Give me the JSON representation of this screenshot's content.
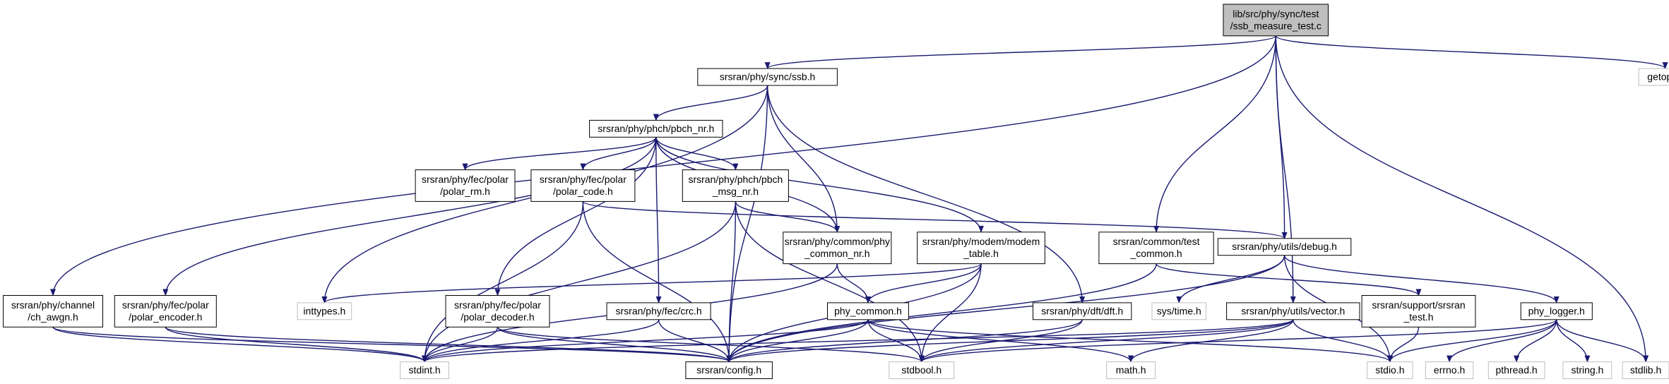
{
  "graph": {
    "colors": {
      "edge": "#191970",
      "node_border": "#000000",
      "external_border": "#bfbfbf",
      "root_fill": "#bfbfbf",
      "node_fill": "#ffffff"
    },
    "nodes": [
      {
        "id": "root",
        "lines": [
          "lib/src/phy/sync/test",
          "/ssb_measure_test.c"
        ],
        "kind": "root"
      },
      {
        "id": "ssb_h",
        "lines": [
          "srsran/phy/sync/ssb.h"
        ],
        "kind": "file"
      },
      {
        "id": "getopt_h",
        "lines": [
          "getopt.h"
        ],
        "kind": "external"
      },
      {
        "id": "pbch_nr_h",
        "lines": [
          "srsran/phy/phch/pbch_nr.h"
        ],
        "kind": "file"
      },
      {
        "id": "polar_rm_h",
        "lines": [
          "srsran/phy/fec/polar",
          "/polar_rm.h"
        ],
        "kind": "file"
      },
      {
        "id": "polar_code_h",
        "lines": [
          "srsran/phy/fec/polar",
          "/polar_code.h"
        ],
        "kind": "file"
      },
      {
        "id": "pbch_msg_nr_h",
        "lines": [
          "srsran/phy/phch/pbch",
          "_msg_nr.h"
        ],
        "kind": "file"
      },
      {
        "id": "common_nr_h",
        "lines": [
          "srsran/phy/common/phy",
          "_common_nr.h"
        ],
        "kind": "file"
      },
      {
        "id": "modem_table_h",
        "lines": [
          "srsran/phy/modem/modem",
          "_table.h"
        ],
        "kind": "file"
      },
      {
        "id": "test_common_h",
        "lines": [
          "srsran/common/test",
          "_common.h"
        ],
        "kind": "file"
      },
      {
        "id": "debug_h",
        "lines": [
          "srsran/phy/utils/debug.h"
        ],
        "kind": "file"
      },
      {
        "id": "ch_awgn_h",
        "lines": [
          "srsran/phy/channel",
          "/ch_awgn.h"
        ],
        "kind": "file"
      },
      {
        "id": "polar_encoder_h",
        "lines": [
          "srsran/phy/fec/polar",
          "/polar_encoder.h"
        ],
        "kind": "file"
      },
      {
        "id": "inttypes_h",
        "lines": [
          "inttypes.h"
        ],
        "kind": "external"
      },
      {
        "id": "polar_decoder_h",
        "lines": [
          "srsran/phy/fec/polar",
          "/polar_decoder.h"
        ],
        "kind": "file"
      },
      {
        "id": "crc_h",
        "lines": [
          "srsran/phy/fec/crc.h"
        ],
        "kind": "file"
      },
      {
        "id": "phy_common_h",
        "lines": [
          "phy_common.h"
        ],
        "kind": "file"
      },
      {
        "id": "dft_h",
        "lines": [
          "srsran/phy/dft/dft.h"
        ],
        "kind": "file"
      },
      {
        "id": "sys_time_h",
        "lines": [
          "sys/time.h"
        ],
        "kind": "external"
      },
      {
        "id": "vector_h",
        "lines": [
          "srsran/phy/utils/vector.h"
        ],
        "kind": "file"
      },
      {
        "id": "srsran_test_h",
        "lines": [
          "srsran/support/srsran",
          "_test.h"
        ],
        "kind": "file"
      },
      {
        "id": "phy_logger_h",
        "lines": [
          "phy_logger.h"
        ],
        "kind": "file"
      },
      {
        "id": "stdint_h",
        "lines": [
          "stdint.h"
        ],
        "kind": "external"
      },
      {
        "id": "config_h",
        "lines": [
          "srsran/config.h"
        ],
        "kind": "file"
      },
      {
        "id": "stdbool_h",
        "lines": [
          "stdbool.h"
        ],
        "kind": "external"
      },
      {
        "id": "math_h",
        "lines": [
          "math.h"
        ],
        "kind": "external"
      },
      {
        "id": "stdio_h",
        "lines": [
          "stdio.h"
        ],
        "kind": "external"
      },
      {
        "id": "errno_h",
        "lines": [
          "errno.h"
        ],
        "kind": "external"
      },
      {
        "id": "pthread_h",
        "lines": [
          "pthread.h"
        ],
        "kind": "external"
      },
      {
        "id": "string_h",
        "lines": [
          "string.h"
        ],
        "kind": "external"
      },
      {
        "id": "stdlib_h",
        "lines": [
          "stdlib.h"
        ],
        "kind": "external"
      }
    ],
    "edges": [
      [
        "root",
        "ssb_h"
      ],
      [
        "root",
        "getopt_h"
      ],
      [
        "root",
        "ch_awgn_h"
      ],
      [
        "root",
        "test_common_h"
      ],
      [
        "root",
        "debug_h"
      ],
      [
        "root",
        "vector_h"
      ],
      [
        "root",
        "stdlib_h"
      ],
      [
        "ssb_h",
        "pbch_nr_h"
      ],
      [
        "ssb_h",
        "common_nr_h"
      ],
      [
        "ssb_h",
        "dft_h"
      ],
      [
        "ssb_h",
        "inttypes_h"
      ],
      [
        "ssb_h",
        "config_h"
      ],
      [
        "pbch_nr_h",
        "polar_rm_h"
      ],
      [
        "pbch_nr_h",
        "polar_code_h"
      ],
      [
        "pbch_nr_h",
        "pbch_msg_nr_h"
      ],
      [
        "pbch_nr_h",
        "common_nr_h"
      ],
      [
        "pbch_nr_h",
        "modem_table_h"
      ],
      [
        "pbch_nr_h",
        "crc_h"
      ],
      [
        "pbch_nr_h",
        "polar_encoder_h"
      ],
      [
        "pbch_nr_h",
        "polar_decoder_h"
      ],
      [
        "polar_code_h",
        "debug_h"
      ],
      [
        "polar_code_h",
        "stdint_h"
      ],
      [
        "polar_code_h",
        "config_h"
      ],
      [
        "pbch_msg_nr_h",
        "common_nr_h"
      ],
      [
        "pbch_msg_nr_h",
        "stdint_h"
      ],
      [
        "pbch_msg_nr_h",
        "config_h"
      ],
      [
        "pbch_msg_nr_h",
        "stdbool_h"
      ],
      [
        "common_nr_h",
        "phy_common_h"
      ],
      [
        "common_nr_h",
        "stdint_h"
      ],
      [
        "modem_table_h",
        "phy_common_h"
      ],
      [
        "modem_table_h",
        "inttypes_h"
      ],
      [
        "modem_table_h",
        "config_h"
      ],
      [
        "modem_table_h",
        "stdbool_h"
      ],
      [
        "test_common_h",
        "srsran_test_h"
      ],
      [
        "test_common_h",
        "config_h"
      ],
      [
        "debug_h",
        "sys_time_h"
      ],
      [
        "debug_h",
        "phy_logger_h"
      ],
      [
        "debug_h",
        "stdio_h"
      ],
      [
        "debug_h",
        "config_h"
      ],
      [
        "ch_awgn_h",
        "stdint_h"
      ],
      [
        "ch_awgn_h",
        "config_h"
      ],
      [
        "polar_encoder_h",
        "stdint_h"
      ],
      [
        "polar_encoder_h",
        "config_h"
      ],
      [
        "polar_decoder_h",
        "stdint_h"
      ],
      [
        "polar_decoder_h",
        "config_h"
      ],
      [
        "polar_decoder_h",
        "stdbool_h"
      ],
      [
        "crc_h",
        "stdint_h"
      ],
      [
        "crc_h",
        "config_h"
      ],
      [
        "phy_common_h",
        "stdint_h"
      ],
      [
        "phy_common_h",
        "config_h"
      ],
      [
        "phy_common_h",
        "stdbool_h"
      ],
      [
        "phy_common_h",
        "math_h"
      ],
      [
        "phy_common_h",
        "stdio_h"
      ],
      [
        "dft_h",
        "config_h"
      ],
      [
        "dft_h",
        "stdbool_h"
      ],
      [
        "vector_h",
        "stdint_h"
      ],
      [
        "vector_h",
        "config_h"
      ],
      [
        "vector_h",
        "stdbool_h"
      ],
      [
        "vector_h",
        "math_h"
      ],
      [
        "vector_h",
        "stdio_h"
      ],
      [
        "srsran_test_h",
        "stdio_h"
      ],
      [
        "phy_logger_h",
        "stdbool_h"
      ],
      [
        "phy_logger_h",
        "stdio_h"
      ],
      [
        "phy_logger_h",
        "errno_h"
      ],
      [
        "phy_logger_h",
        "pthread_h"
      ],
      [
        "phy_logger_h",
        "string_h"
      ],
      [
        "phy_logger_h",
        "stdlib_h"
      ]
    ]
  }
}
